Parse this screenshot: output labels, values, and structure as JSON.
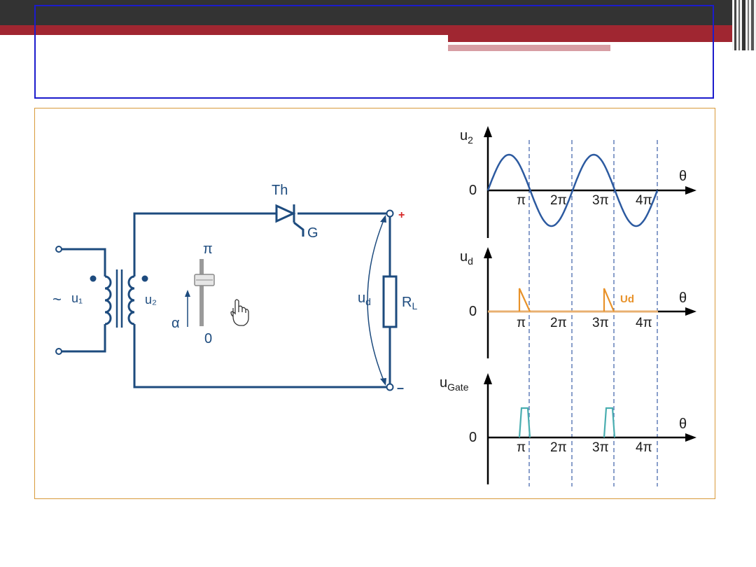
{
  "slide": {
    "title": ""
  },
  "circuit": {
    "primary_label": "u₁",
    "ac_symbol": "~",
    "secondary_label": "u₂",
    "thyristor_label": "Th",
    "gate_label": "G",
    "slider_top": "π",
    "slider_bottom": "0",
    "alpha_label": "α",
    "ud_label": "u",
    "ud_sub": "d",
    "rl_label": "R",
    "rl_sub": "L",
    "plus": "+",
    "minus": "–"
  },
  "waveforms": {
    "theta": "θ",
    "zero": "0",
    "ticks": [
      "π",
      "2π",
      "3π",
      "4π"
    ],
    "u2_label": "u",
    "u2_sub": "2",
    "ud_label": "u",
    "ud_sub": "d",
    "ud_tag": "Ud",
    "ugate_label": "u",
    "ugate_sub": "Gate"
  },
  "colors": {
    "circuit": "#1d4b7e",
    "u2_wave": "#2c5aa0",
    "ud_wave": "#e8922a",
    "gate_wave": "#4aaeb0",
    "guide": "#3b5fa8",
    "frame": "#d89a3a",
    "title_border": "#1c1ccc",
    "header_dark": "#333333",
    "header_red": "#a02631"
  }
}
